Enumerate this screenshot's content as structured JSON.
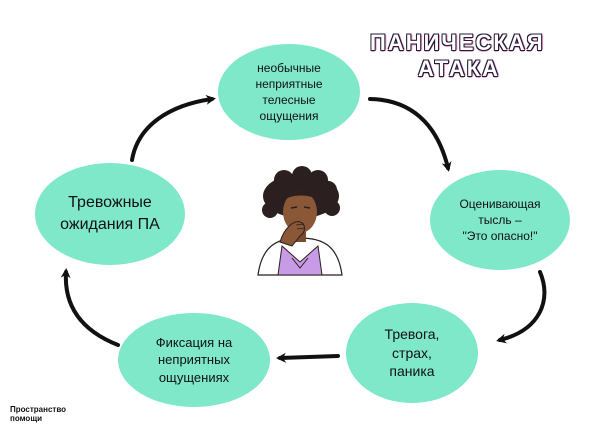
{
  "title": {
    "line1": "ПАНИЧЕСКАЯ",
    "line2": "АТАКА"
  },
  "colors": {
    "bubble": "#7ee8c9",
    "arrow": "#111111",
    "title_outline": "#241a3a",
    "title_shadow": "#f4a3c0"
  },
  "cycle": [
    {
      "id": "top",
      "text": "необычные\nнеприятные\nтелесные\nощущения"
    },
    {
      "id": "right",
      "text": "Оценивающая\nтысль –\n\"Это опасно!\""
    },
    {
      "id": "bottomright",
      "text": "Тревога,\nстрах,\nпаника"
    },
    {
      "id": "bottomleft",
      "text": "Фиксация на\nнеприятных\nощущениях"
    },
    {
      "id": "left",
      "text": "Тревожные\nожидания ПА"
    }
  ],
  "center_figure": "anxious-woman-illustration",
  "footer": {
    "brand": "Пространство\nпомощи"
  }
}
